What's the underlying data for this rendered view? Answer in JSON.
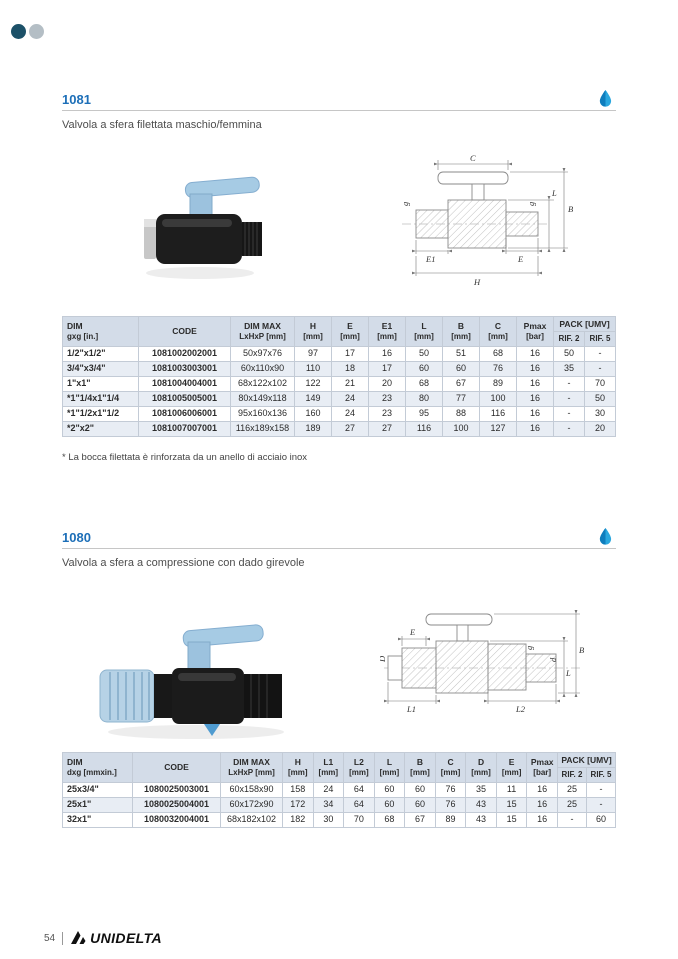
{
  "page": {
    "number": "54",
    "brand": "UNIDELTA"
  },
  "sections": [
    {
      "code": "1081",
      "description": "Valvola a sfera filettata maschio/femmina",
      "footnote": "* La bocca filettata è rinforzata da un anello di acciaio inox",
      "drawing_labels": [
        "C",
        "B",
        "L",
        "g",
        "g",
        "E1",
        "E",
        "H"
      ],
      "table": {
        "columns": [
          {
            "t": "DIM",
            "b": "gxg [in.]"
          },
          {
            "t": "CODE",
            "b": ""
          },
          {
            "t": "DIM MAX",
            "b": "LxHxP [mm]"
          },
          {
            "t": "H",
            "b": "[mm]"
          },
          {
            "t": "E",
            "b": "[mm]"
          },
          {
            "t": "E1",
            "b": "[mm]"
          },
          {
            "t": "L",
            "b": "[mm]"
          },
          {
            "t": "B",
            "b": "[mm]"
          },
          {
            "t": "C",
            "b": "[mm]"
          },
          {
            "t": "Pmax",
            "b": "[bar]"
          }
        ],
        "pack": {
          "label": "PACK [UMV]",
          "subs": [
            "RIF. 2",
            "RIF. 5"
          ]
        },
        "rows": [
          [
            "1/2\"x1/2\"",
            "1081002002001",
            "50x97x76",
            "97",
            "17",
            "16",
            "50",
            "51",
            "68",
            "16",
            "50",
            "-"
          ],
          [
            "3/4\"x3/4\"",
            "1081003003001",
            "60x110x90",
            "110",
            "18",
            "17",
            "60",
            "60",
            "76",
            "16",
            "35",
            "-"
          ],
          [
            "1\"x1\"",
            "1081004004001",
            "68x122x102",
            "122",
            "21",
            "20",
            "68",
            "67",
            "89",
            "16",
            "-",
            "70"
          ],
          [
            "*1\"1/4x1\"1/4",
            "1081005005001",
            "80x149x118",
            "149",
            "24",
            "23",
            "80",
            "77",
            "100",
            "16",
            "-",
            "50"
          ],
          [
            "*1\"1/2x1\"1/2",
            "1081006006001",
            "95x160x136",
            "160",
            "24",
            "23",
            "95",
            "88",
            "116",
            "16",
            "-",
            "30"
          ],
          [
            "*2\"x2\"",
            "1081007007001",
            "116x189x158",
            "189",
            "27",
            "27",
            "116",
            "100",
            "127",
            "16",
            "-",
            "20"
          ]
        ]
      }
    },
    {
      "code": "1080",
      "description": "Valvola a sfera a compressione con dado girevole",
      "drawing_labels": [
        "E",
        "B",
        "L",
        "d",
        "g",
        "D",
        "L1",
        "L2"
      ],
      "table": {
        "columns": [
          {
            "t": "DIM",
            "b": "dxg [mmxin.]"
          },
          {
            "t": "CODE",
            "b": ""
          },
          {
            "t": "DIM MAX",
            "b": "LxHxP [mm]"
          },
          {
            "t": "H",
            "b": "[mm]"
          },
          {
            "t": "L1",
            "b": "[mm]"
          },
          {
            "t": "L2",
            "b": "[mm]"
          },
          {
            "t": "L",
            "b": "[mm]"
          },
          {
            "t": "B",
            "b": "[mm]"
          },
          {
            "t": "C",
            "b": "[mm]"
          },
          {
            "t": "D",
            "b": "[mm]"
          },
          {
            "t": "E",
            "b": "[mm]"
          },
          {
            "t": "Pmax",
            "b": "[bar]"
          }
        ],
        "pack": {
          "label": "PACK [UMV]",
          "subs": [
            "RIF. 2",
            "RIF. 5"
          ]
        },
        "rows": [
          [
            "25x3/4\"",
            "1080025003001",
            "60x158x90",
            "158",
            "24",
            "64",
            "60",
            "60",
            "76",
            "35",
            "11",
            "16",
            "25",
            "-"
          ],
          [
            "25x1\"",
            "1080025004001",
            "60x172x90",
            "172",
            "34",
            "64",
            "60",
            "60",
            "76",
            "43",
            "15",
            "16",
            "25",
            "-"
          ],
          [
            "32x1\"",
            "1080032004001",
            "68x182x102",
            "182",
            "30",
            "70",
            "68",
            "67",
            "89",
            "43",
            "15",
            "16",
            "-",
            "60"
          ]
        ]
      }
    }
  ]
}
